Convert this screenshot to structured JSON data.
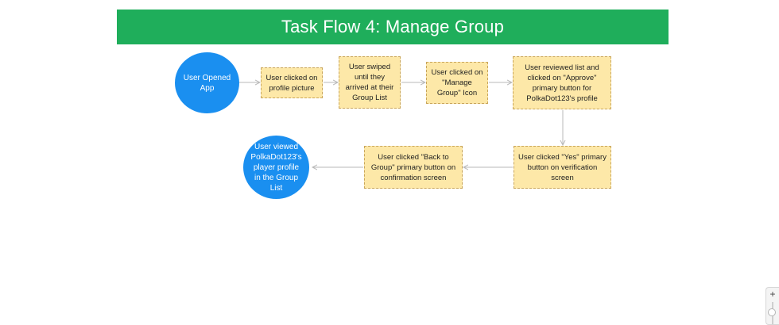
{
  "header": {
    "title": "Task Flow 4: Manage Group"
  },
  "nodes": {
    "start": "User Opened App",
    "step1": "User clicked on profile picture",
    "step2": "User swiped until they arrived at their Group List",
    "step3": "User clicked on \"Manage Group\" Icon",
    "step4": "User reviewed list and clicked on \"Approve\" primary button for PolkaDot123's profile",
    "step5": "User clicked \"Yes\" primary button on verification screen",
    "step6": "User clicked \"Back to Group\" primary button on confirmation screen",
    "end": "User viewed PolkaDot123's player profile in the Group List"
  },
  "zoom": {
    "plus": "+"
  },
  "colors": {
    "banner": "#1fae5b",
    "circle": "#1a8ff0",
    "box_fill": "#fde8a8",
    "box_border": "#c9a55a",
    "connector": "#b8b8b8"
  }
}
